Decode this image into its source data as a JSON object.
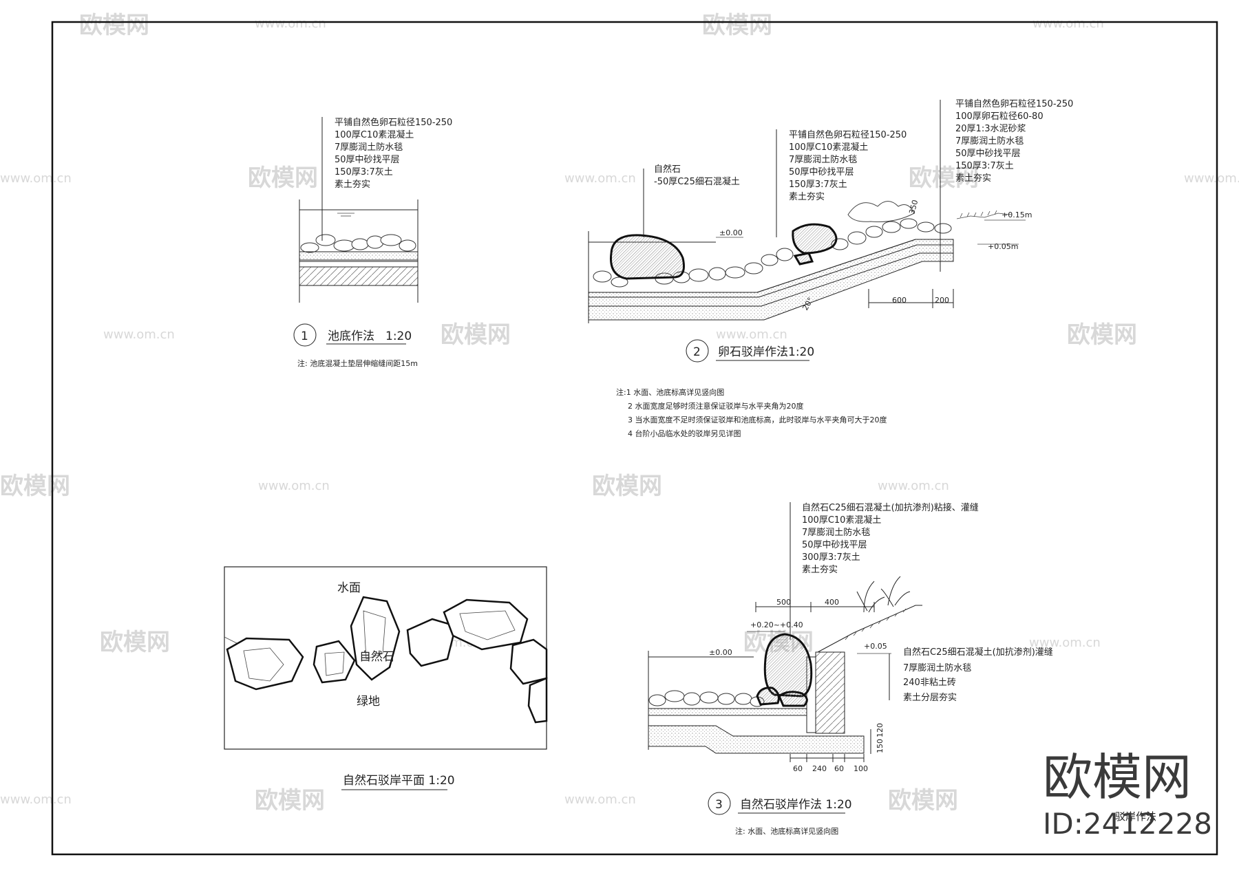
{
  "watermark": {
    "brand": "欧模网",
    "url": "www.om.cn"
  },
  "brand_stamp": {
    "name": "欧模网",
    "id": "ID:2412228"
  },
  "detail1": {
    "number": "1",
    "title": "池底作法",
    "scale": "1:20",
    "note": "注: 池底混凝土垫层伸缩缝间距15m",
    "layers": [
      "平铺自然色卵石粒径150-250",
      "100厚C10素混凝土",
      "7厚膨润土防水毯",
      "50厚中砂找平层",
      "150厚3:7灰土",
      "素土夯实"
    ]
  },
  "detail2": {
    "number": "2",
    "title": "卵石驳岸作法1:20",
    "stone_labels": [
      "自然石",
      "-50厚C25细石混凝土"
    ],
    "layers_mid": [
      "平铺自然色卵石粒径150-250",
      "100厚C10素混凝土",
      "7厚膨润土防水毯",
      "50厚中砂找平层",
      "150厚3:7灰土",
      "素土夯实"
    ],
    "layers_right": [
      "平铺自然色卵石粒径150-250",
      "100厚卵石粒径60-80",
      "20厚1:3水泥砂浆",
      "7厚膨润土防水毯",
      "50厚中砂找平层",
      "150厚3:7灰土",
      "素土夯实"
    ],
    "elevations": [
      "±0.00",
      "+0.15m",
      "+0.05m"
    ],
    "dims": [
      "600",
      "200",
      "20°",
      "350"
    ],
    "notes": [
      "注:1 水面、池底标高详见竖向图",
      "2 水面宽度足够时须注意保证驳岸与水平夹角为20度",
      "3 当水面宽度不足时须保证驳岸和池底标高，此时驳岸与水平夹角可大于20度",
      "4 台阶小品临水处的驳岸另见详图"
    ]
  },
  "plan": {
    "title": "自然石驳岸平面 1:20",
    "labels": [
      "水面",
      "自然石",
      "绿地"
    ]
  },
  "detail3": {
    "number": "3",
    "title": "自然石驳岸作法 1:20",
    "note": "注: 水面、池底标高详见竖向图",
    "layers_top": [
      "自然石C25细石混凝土(加抗渗剂)粘接、灌缝",
      "100厚C10素混凝土",
      "7厚膨润土防水毯",
      "50厚中砂找平层",
      "300厚3:7灰土",
      "素土夯实"
    ],
    "layers_right": [
      "自然石C25细石混凝土(加抗渗剂)灌缝",
      "7厚膨润土防水毯",
      "240非粘土砖",
      "素土分层夯实"
    ],
    "elevations": [
      "±0.00",
      "+0.20~+0.40",
      "+0.05"
    ],
    "dims_top": [
      "500",
      "400"
    ],
    "dims_bottom": [
      "60",
      "240",
      "60",
      "100"
    ],
    "dims_side": [
      "150",
      "120"
    ]
  },
  "sheet_caption": "驳岸作法"
}
